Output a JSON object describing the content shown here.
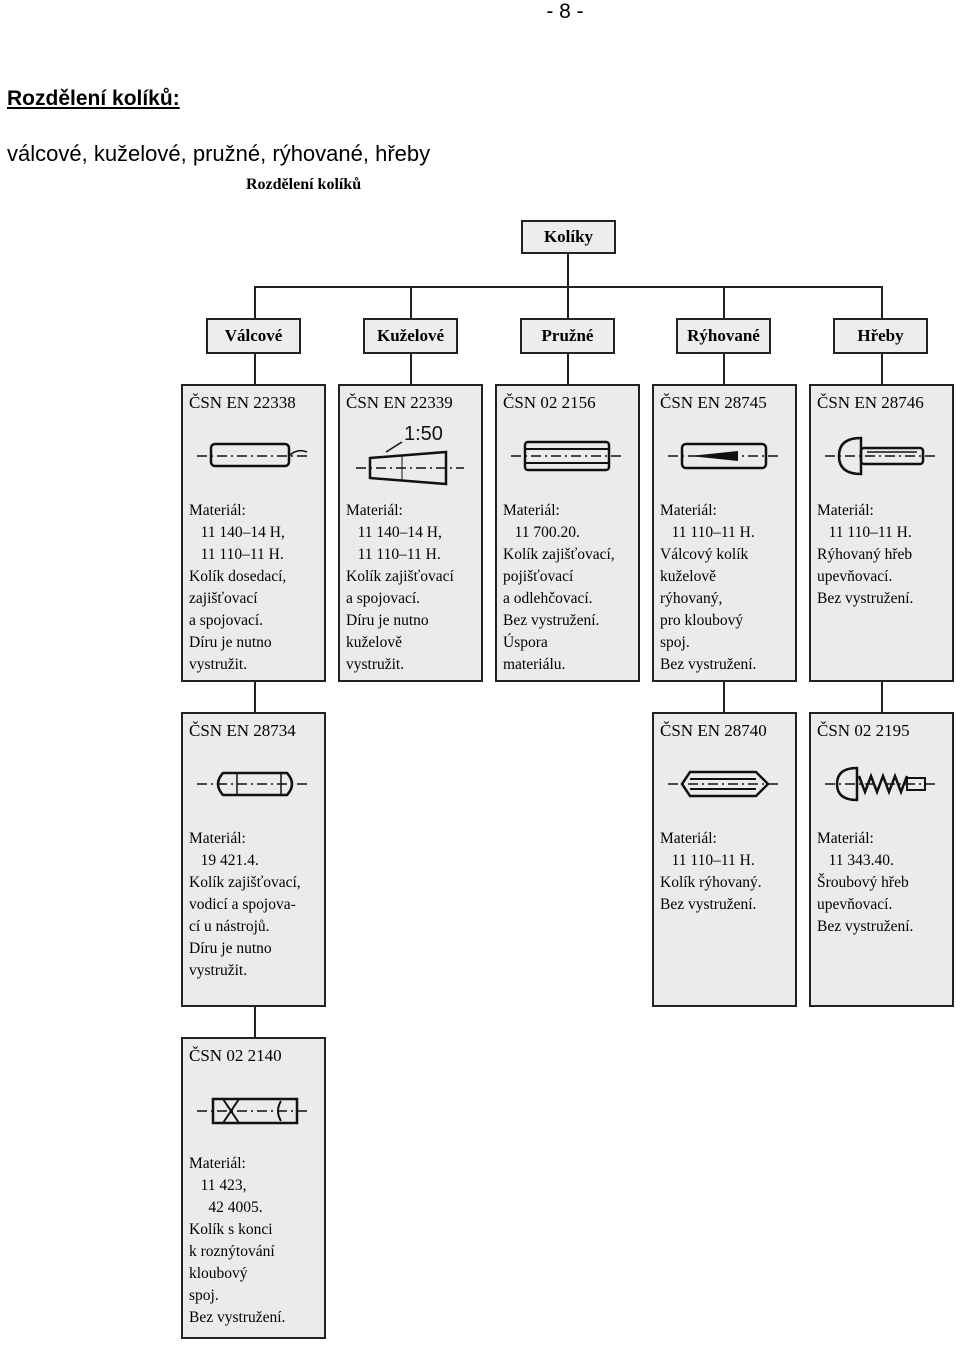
{
  "page_number": "- 8 -",
  "heading": "Rozdělení kolíků:",
  "subheading": "válcové, kuželové, pružné, rýhované, hřeby",
  "diagram": {
    "caption": "Rozdělení kolíků",
    "root": "Kolíky",
    "categories": [
      "Válcové",
      "Kuželové",
      "Pružné",
      "Rýhované",
      "Hřeby"
    ],
    "cards": [
      {
        "id": "c1",
        "standard": "ČSN EN 22338",
        "symbol": "cylindrical-pin-icon",
        "label": "Materiál:",
        "materials": "   11 140–14 H,\n   11 110–11 H.",
        "description": [
          "Kolík dosedací,",
          "zajišťovací",
          "a spojovací.",
          "Díru je nutno",
          "vystružit."
        ]
      },
      {
        "id": "c2",
        "standard": "ČSN EN 22339",
        "symbol": "taper-pin-icon",
        "taper": "1:50",
        "label": "Materiál:",
        "materials": "   11 140–14 H,\n   11 110–11 H.",
        "description": [
          "Kolík zajišťovací",
          "a spojovací.",
          "Díru je nutno",
          "kuželově",
          "vystružit."
        ]
      },
      {
        "id": "c3",
        "standard": "ČSN 02 2156",
        "symbol": "spring-pin-icon",
        "label": "Materiál:",
        "materials": "   11 700.20.",
        "description": [
          "Kolík zajišťovací,",
          "pojišťovací",
          "a odlehčovací.",
          "Bez vystružení.",
          "Úspora",
          "materiálu."
        ]
      },
      {
        "id": "c4",
        "standard": "ČSN EN 28745",
        "symbol": "grooved-pin-icon",
        "label": "Materiál:",
        "materials": "   11 110–11 H.",
        "description": [
          "Válcový kolík",
          "kuželově",
          "rýhovaný,",
          "pro kloubový",
          "spoj.",
          "Bez vystružení."
        ]
      },
      {
        "id": "c5",
        "standard": "ČSN EN 28746",
        "symbol": "grooved-nail-icon",
        "label": "Materiál:",
        "materials": "   11 110–11 H.",
        "description": [
          "Rýhovaný hřeb",
          "upevňovací.",
          "Bez vystružení."
        ]
      },
      {
        "id": "c6",
        "standard": "ČSN EN 28734",
        "symbol": "guide-pin-icon",
        "label": "Materiál:",
        "materials": "   19 421.4.",
        "description": [
          "Kolík zajišťovací,",
          "vodicí a spojova-",
          "cí u nástrojů.",
          "Díru je nutno",
          "vystružit."
        ]
      },
      {
        "id": "c7",
        "standard": "ČSN EN 28740",
        "symbol": "grooved-pin-chamfer-icon",
        "label": "Materiál:",
        "materials": "   11 110–11 H.",
        "description": [
          "Kolík rýhovaný.",
          "Bez vystružení."
        ]
      },
      {
        "id": "c8",
        "standard": "ČSN 02 2195",
        "symbol": "screw-nail-icon",
        "label": "Materiál:",
        "materials": "   11 343.40.",
        "description": [
          "Šroubový hřeb",
          "upevňovací.",
          "Bez vystružení."
        ]
      },
      {
        "id": "c9",
        "standard": "ČSN 02 2140",
        "symbol": "rivet-end-pin-icon",
        "label": "Materiál:",
        "materials": "   11 423,\n     42 4005.",
        "description": [
          "Kolík s konci",
          "k roznýtování",
          "kloubový",
          "spoj.",
          "Bez vystružení."
        ]
      }
    ]
  }
}
